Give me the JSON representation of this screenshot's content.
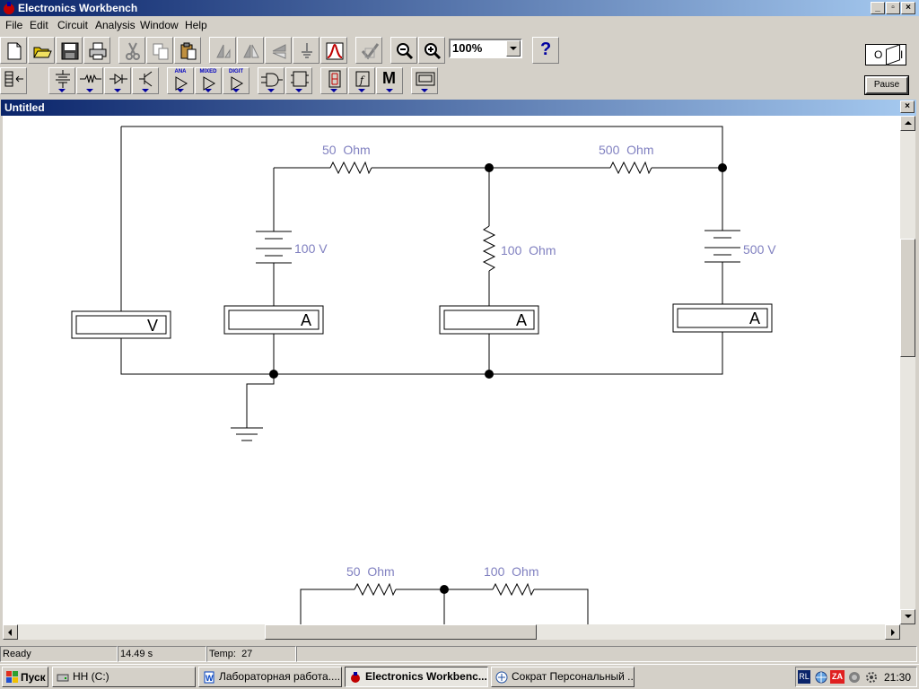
{
  "app": {
    "title": "Electronics Workbench"
  },
  "menu": [
    "File",
    "Edit",
    "Circuit",
    "Analysis",
    "Window",
    "Help"
  ],
  "toolbar": {
    "zoom": "100%",
    "help_label": "?",
    "parts_labels": {
      "analog": "ANA",
      "mixed": "MIXED",
      "digital": "DIGIT"
    },
    "misc_label": "M"
  },
  "power_switch": {
    "off": "O",
    "on": "I"
  },
  "pause_label": "Pause",
  "document": {
    "title": "Untitled"
  },
  "circuit": {
    "labels": {
      "r1": "50  Ohm",
      "r2": "500  Ohm",
      "r3": "100  Ohm",
      "v1": "100 V",
      "v2": "500 V",
      "r4": "50  Ohm",
      "r5": "100  Ohm"
    },
    "voltmeter_letter": "V",
    "ammeter_letter": "A"
  },
  "status": {
    "state": "Ready",
    "time": "14.49 s",
    "temp": "Temp:  27"
  },
  "taskbar": {
    "start_label": "Пуск",
    "tasks": [
      "НН (C:)",
      "Лабораторная работа....",
      "Electronics Workbenc...",
      "Сократ Персональный ..."
    ],
    "tray": {
      "lang": "RL",
      "za": "ZA",
      "clock": "21:30"
    }
  },
  "colors": {
    "title_start": "#0a246a",
    "title_end": "#a6caf0",
    "label": "#8080c0"
  }
}
